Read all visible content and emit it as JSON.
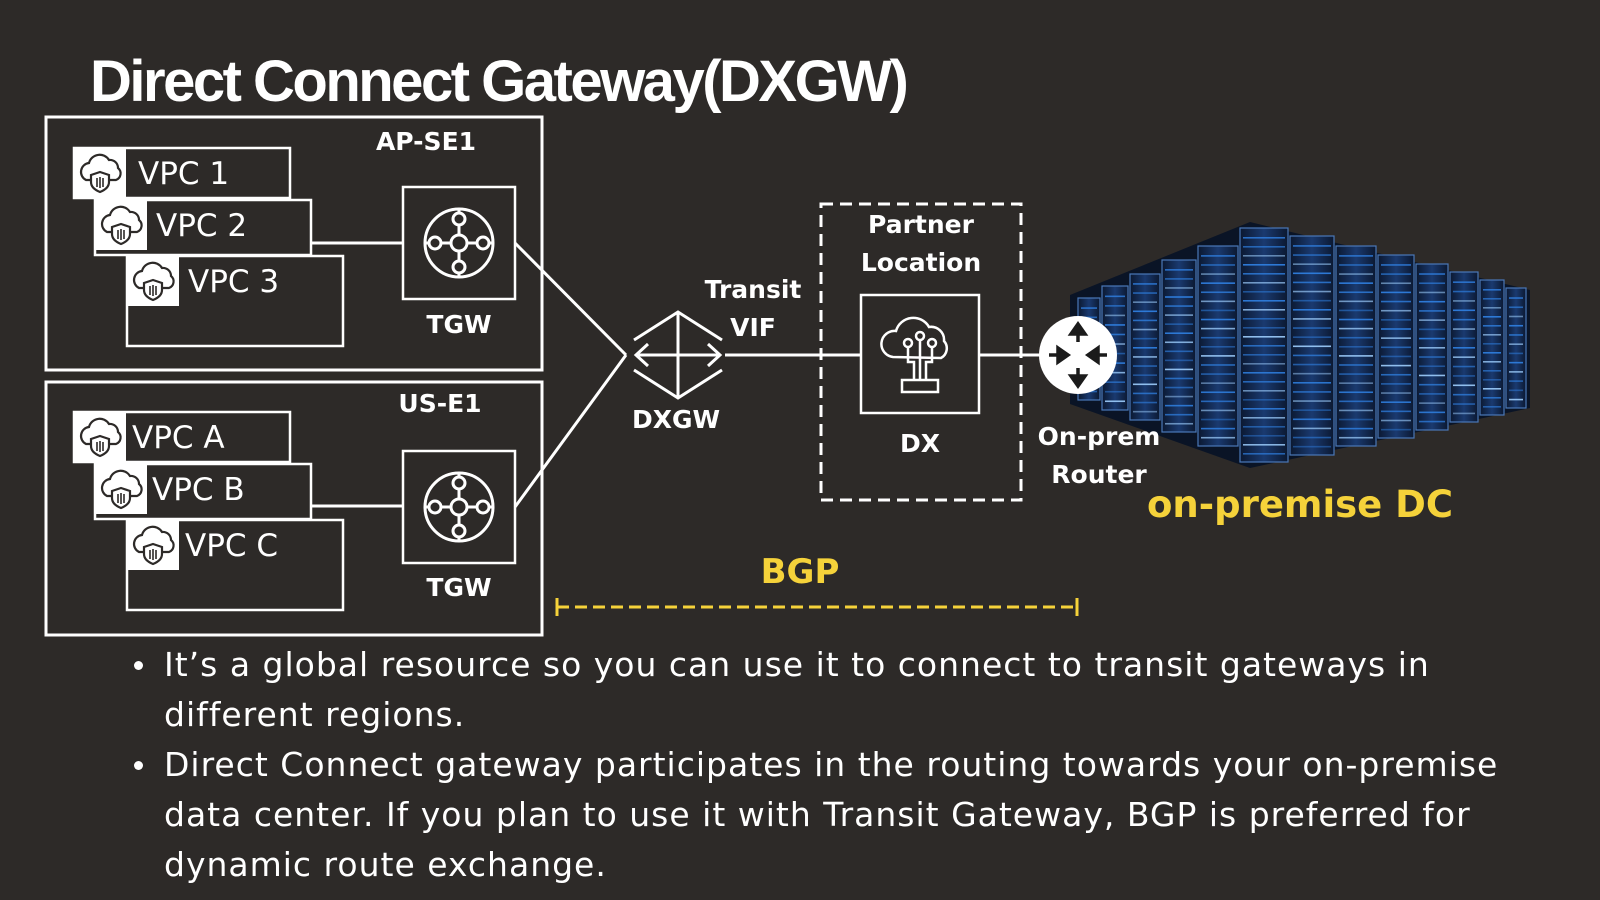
{
  "title": "Direct Connect Gateway(DXGW)",
  "regions": [
    {
      "name": "AP-SE1",
      "gateway_label": "TGW",
      "vpcs": [
        "VPC 1",
        "VPC 2",
        "VPC 3"
      ]
    },
    {
      "name": "US-E1",
      "gateway_label": "TGW",
      "vpcs": [
        "VPC A",
        "VPC B",
        "VPC C"
      ]
    }
  ],
  "dxgw_label": "DXGW",
  "transit_vif_label": [
    "Transit",
    "VIF"
  ],
  "partner_location_label": [
    "Partner",
    "Location"
  ],
  "dx_label": "DX",
  "onprem_router_label": [
    "On-prem",
    "Router"
  ],
  "onprem_dc_label": "on-premise DC",
  "bgp_label": "BGP",
  "colors": {
    "background": "#2d2a28",
    "accent": "#f5d23a",
    "line": "#ffffff",
    "server_blue": "#2f7fe0"
  },
  "bullets": [
    "It’s a global resource so you can use it to connect to transit gateways in different regions.",
    "Direct Connect gateway participates in the routing towards your on-premise data center. If you plan to use it with Transit Gateway, BGP is preferred for dynamic route exchange."
  ]
}
